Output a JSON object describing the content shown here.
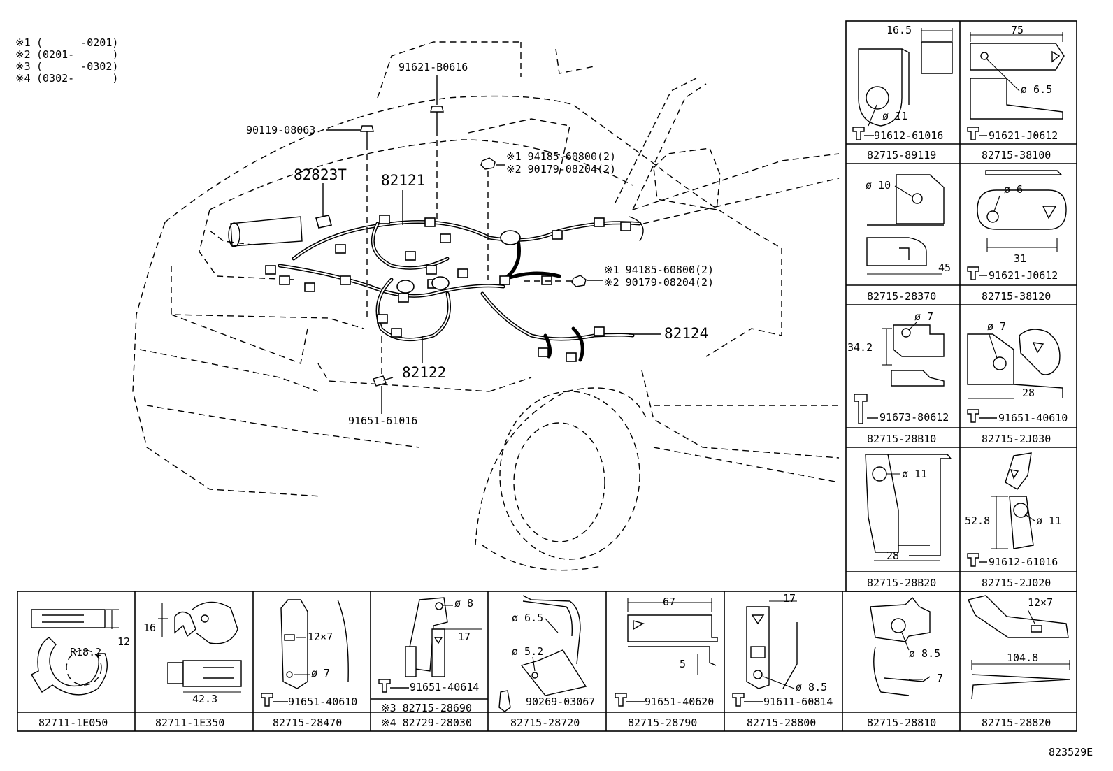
{
  "legend": [
    {
      "mark": "※1",
      "range": "(      -0201)"
    },
    {
      "mark": "※2",
      "range": "(0201-      )"
    },
    {
      "mark": "※3",
      "range": "(      -0302)"
    },
    {
      "mark": "※4",
      "range": "(0302-      )"
    }
  ],
  "callouts": {
    "bolt_top": "91621-B0616",
    "bolt_left": "90119-08063",
    "nut_upper_1": "※1 94185-60800(2)",
    "nut_upper_2": "※2 90179-08204(2)",
    "nut_lower_1": "※1 94185-60800(2)",
    "nut_lower_2": "※2 90179-08204(2)",
    "clip": "82823T",
    "harness_main": "82121",
    "harness_lower": "82122",
    "harness_right": "82124",
    "bolt_bottom": "91651-61016"
  },
  "right_grid": [
    {
      "part": "82715-89119",
      "bolt": "91612-61016",
      "dims": [
        "16.5",
        "ø 11"
      ]
    },
    {
      "part": "82715-38100",
      "bolt": "91621-J0612",
      "dims": [
        "75",
        "ø 6.5"
      ]
    },
    {
      "part": "82715-28370",
      "bolt": "",
      "dims": [
        "ø 10",
        "45"
      ]
    },
    {
      "part": "82715-38120",
      "bolt": "91621-J0612",
      "dims": [
        "ø 6",
        "31"
      ]
    },
    {
      "part": "82715-28B10",
      "bolt": "91673-80612",
      "dims": [
        "34.2",
        "ø 7"
      ]
    },
    {
      "part": "82715-2J030",
      "bolt": "91651-40610",
      "dims": [
        "ø 7",
        "28"
      ]
    },
    {
      "part": "82715-28B20",
      "bolt": "",
      "dims": [
        "ø 11",
        "28"
      ]
    },
    {
      "part": "82715-2J020",
      "bolt": "91612-61016",
      "dims": [
        "52.8",
        "ø 11"
      ]
    }
  ],
  "bottom_row": [
    {
      "part": "82711-1E050",
      "bolt": "",
      "dims": [
        "12",
        "R18.2"
      ]
    },
    {
      "part": "82711-1E350",
      "bolt": "",
      "dims": [
        "16",
        "42.3"
      ]
    },
    {
      "part": "82715-28470",
      "bolt": "91651-40610",
      "dims": [
        "12×7",
        "ø 7"
      ]
    },
    {
      "part": "",
      "bolt": "91651-40614",
      "dims": [
        "ø 8",
        "17"
      ],
      "alt_parts": [
        "※3 82715-28690",
        "※4 82729-28030"
      ]
    },
    {
      "part": "82715-28720",
      "bolt": "90269-03067",
      "dims": [
        "ø 6.5",
        "ø 5.2"
      ]
    },
    {
      "part": "82715-28790",
      "bolt": "91651-40620",
      "dims": [
        "67",
        "5"
      ]
    },
    {
      "part": "82715-28800",
      "bolt": "91611-60814",
      "dims": [
        "17",
        "ø 8.5"
      ]
    },
    {
      "part": "82715-28810",
      "bolt": "",
      "dims": [
        "ø 8.5",
        "7"
      ]
    },
    {
      "part": "82715-28820",
      "bolt": "",
      "dims": [
        "12×7",
        "104.8"
      ]
    }
  ],
  "figure_code": "823529E"
}
